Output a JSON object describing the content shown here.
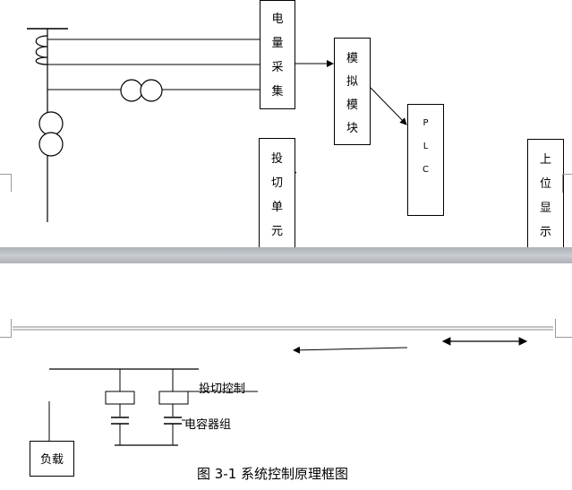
{
  "diagram": {
    "boxes": {
      "power_sampling": [
        "电",
        "量",
        "采",
        "集"
      ],
      "analog_module": [
        "模",
        "拟",
        "模",
        "块"
      ],
      "plc": [
        "P",
        "L",
        "C"
      ],
      "switching_unit": [
        "投",
        "切",
        "单",
        "元"
      ],
      "host_display": [
        "上",
        "位",
        "显",
        "示"
      ],
      "load": "负载"
    },
    "labels": {
      "switch_control": "投切控制",
      "capacitor_bank": "电容器组"
    },
    "caption": "图 3-1 系统控制原理框图"
  }
}
